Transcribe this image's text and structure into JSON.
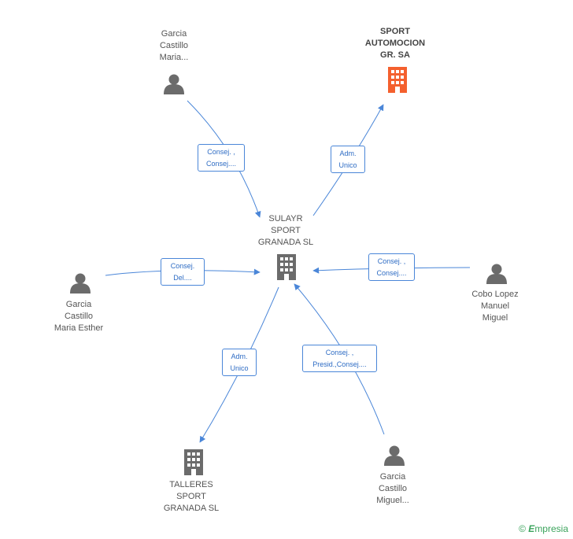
{
  "nodes": {
    "garcia_maria": {
      "label": "Garcia\nCastillo\nMaria...",
      "icon": "person-icon"
    },
    "sport_automocion": {
      "label": "SPORT\nAUTOMOCION\nGR. SA",
      "icon": "building-icon",
      "color": "#f4602e"
    },
    "sulayr": {
      "label": "SULAYR\nSPORT\nGRANADA SL",
      "icon": "building-icon",
      "color": "#6b6b6b"
    },
    "garcia_maria_esther": {
      "label": "Garcia\nCastillo\nMaria Esther",
      "icon": "person-icon"
    },
    "cobo_lopez": {
      "label": "Cobo Lopez\nManuel\nMiguel",
      "icon": "person-icon"
    },
    "talleres": {
      "label": "TALLERES\nSPORT\nGRANADA SL",
      "icon": "building-icon",
      "color": "#6b6b6b"
    },
    "garcia_miguel": {
      "label": "Garcia\nCastillo\nMiguel...",
      "icon": "person-icon"
    }
  },
  "edges": {
    "e1": "Consej. ,\nConsej....",
    "e2": "Adm.\nUnico",
    "e3": "Consej.\nDel....",
    "e4": "Consej. ,\nConsej....",
    "e5": "Adm.\nUnico",
    "e6": "Consej. ,\nPresid.,Consej...."
  },
  "footer": {
    "copyright": "©",
    "brand_first": "E",
    "brand_rest": "mpresia"
  },
  "colors": {
    "edge": "#4a86d8",
    "person": "#6b6b6b",
    "highlight": "#f4602e"
  }
}
